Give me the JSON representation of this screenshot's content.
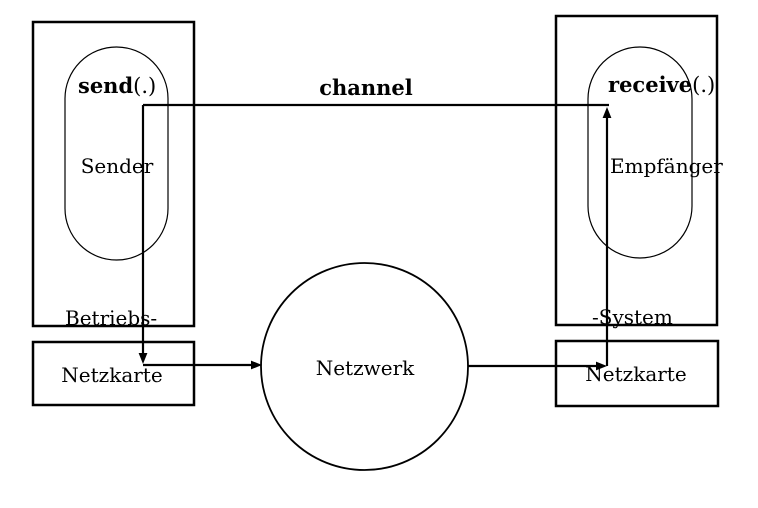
{
  "diagram": {
    "channel_label": "channel",
    "network_label": "Netzwerk",
    "sender": {
      "call_name": "send",
      "call_args": "(.)",
      "process_label": "Sender",
      "os_label": "Betriebs-",
      "nic_label": "Netzkarte"
    },
    "receiver": {
      "call_name": "receive",
      "call_args": "(.)",
      "process_label": "Empfänger",
      "os_label": "-System",
      "nic_label": "Netzkarte"
    },
    "colors": {
      "ink": "#000000",
      "background": "#ffffff"
    }
  }
}
